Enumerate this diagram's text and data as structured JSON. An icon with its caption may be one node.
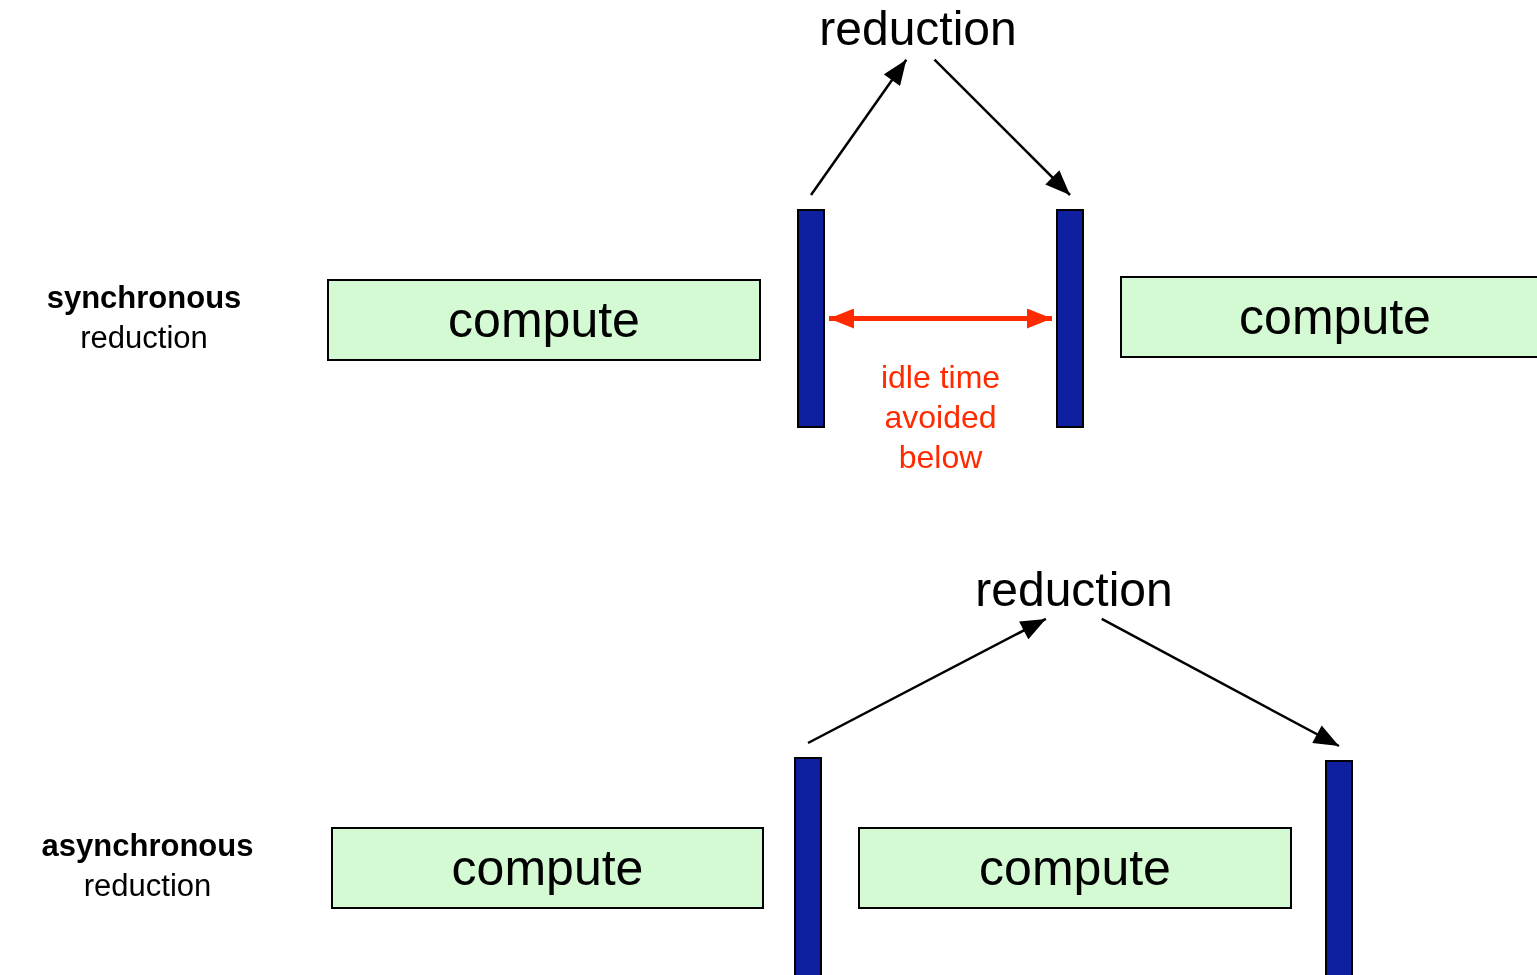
{
  "diagram": {
    "nodes": [
      {
        "text": [
          "reduction"
        ]
      },
      {
        "text": [
          "compute"
        ]
      },
      {
        "text": [],
        "shape": "bar"
      },
      {
        "text": [],
        "shape": "bar"
      },
      {
        "text": [
          "compute"
        ]
      },
      {
        "text": [
          "reduction"
        ]
      },
      {
        "text": [
          "compute"
        ]
      },
      {
        "text": [],
        "shape": "bar"
      },
      {
        "text": [
          "compute"
        ]
      },
      {
        "text": [],
        "shape": "bar"
      }
    ],
    "edges": [
      {
        "from": 2,
        "to": 0,
        "arrow": "to"
      },
      {
        "from": 0,
        "to": 3,
        "arrow": "to"
      },
      {
        "from": 2,
        "to": 3,
        "arrow": "both",
        "label": "idle time avoided below",
        "color": "#ff2a00",
        "style": "thick"
      },
      {
        "from": 7,
        "to": 5,
        "arrow": "to"
      },
      {
        "from": 5,
        "to": 9,
        "arrow": "to"
      }
    ],
    "labels": [
      "**synchronous** reduction",
      "**asynchronous** reduction"
    ]
  }
}
